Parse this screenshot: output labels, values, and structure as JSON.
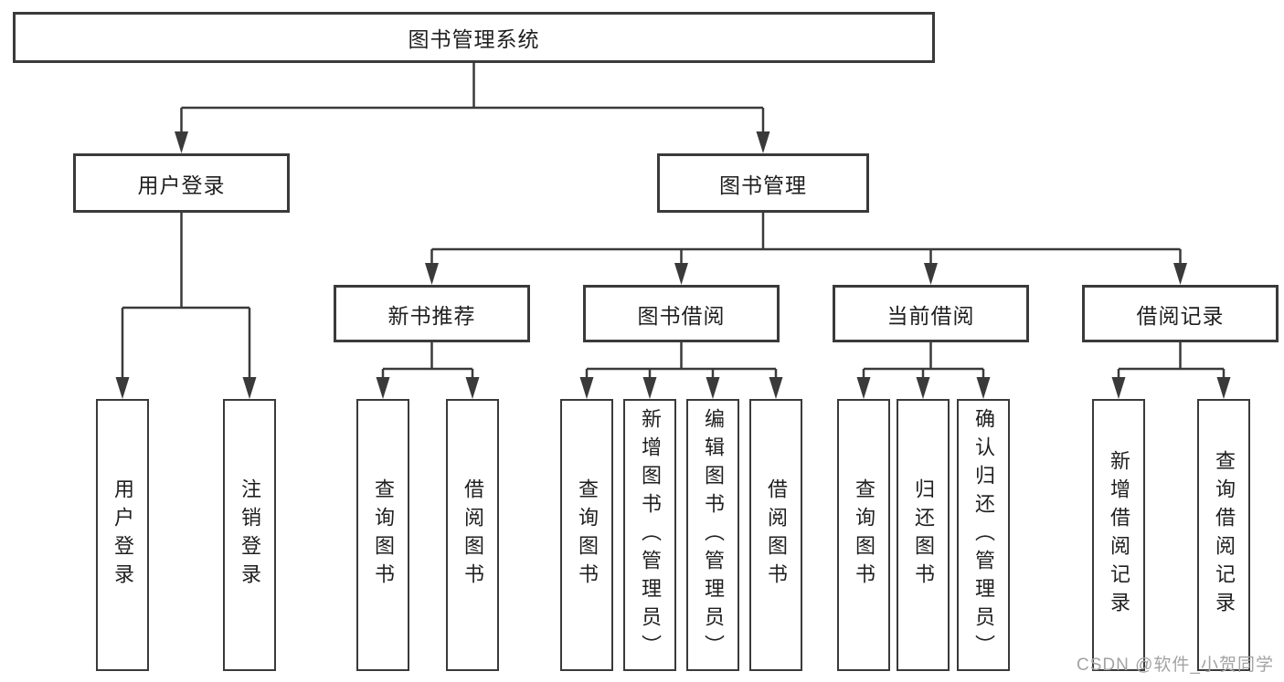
{
  "colors": {
    "line": "#3a3a3a",
    "text": "#1f1f1f",
    "bg": "#ffffff",
    "watermark": "#a3a3a3"
  },
  "tree": {
    "root": {
      "label": "图书管理系统"
    },
    "children": [
      {
        "label": "用户登录",
        "children": [
          {
            "label": "用户登录"
          },
          {
            "label": "注销登录"
          }
        ]
      },
      {
        "label": "图书管理",
        "children": [
          {
            "label": "新书推荐",
            "children": [
              {
                "label": "查询图书"
              },
              {
                "label": "借阅图书"
              }
            ]
          },
          {
            "label": "图书借阅",
            "children": [
              {
                "label": "查询图书"
              },
              {
                "label": "新增图书（管理员）"
              },
              {
                "label": "编辑图书（管理员）"
              },
              {
                "label": "借阅图书"
              }
            ]
          },
          {
            "label": "当前借阅",
            "children": [
              {
                "label": "查询图书"
              },
              {
                "label": "归还图书"
              },
              {
                "label": "确认归还（管理员）"
              }
            ]
          },
          {
            "label": "借阅记录",
            "children": [
              {
                "label": "新增借阅记录"
              },
              {
                "label": "查询借阅记录"
              }
            ]
          }
        ]
      }
    ]
  },
  "watermark": {
    "text": "CSDN @软件_小贺同学"
  }
}
